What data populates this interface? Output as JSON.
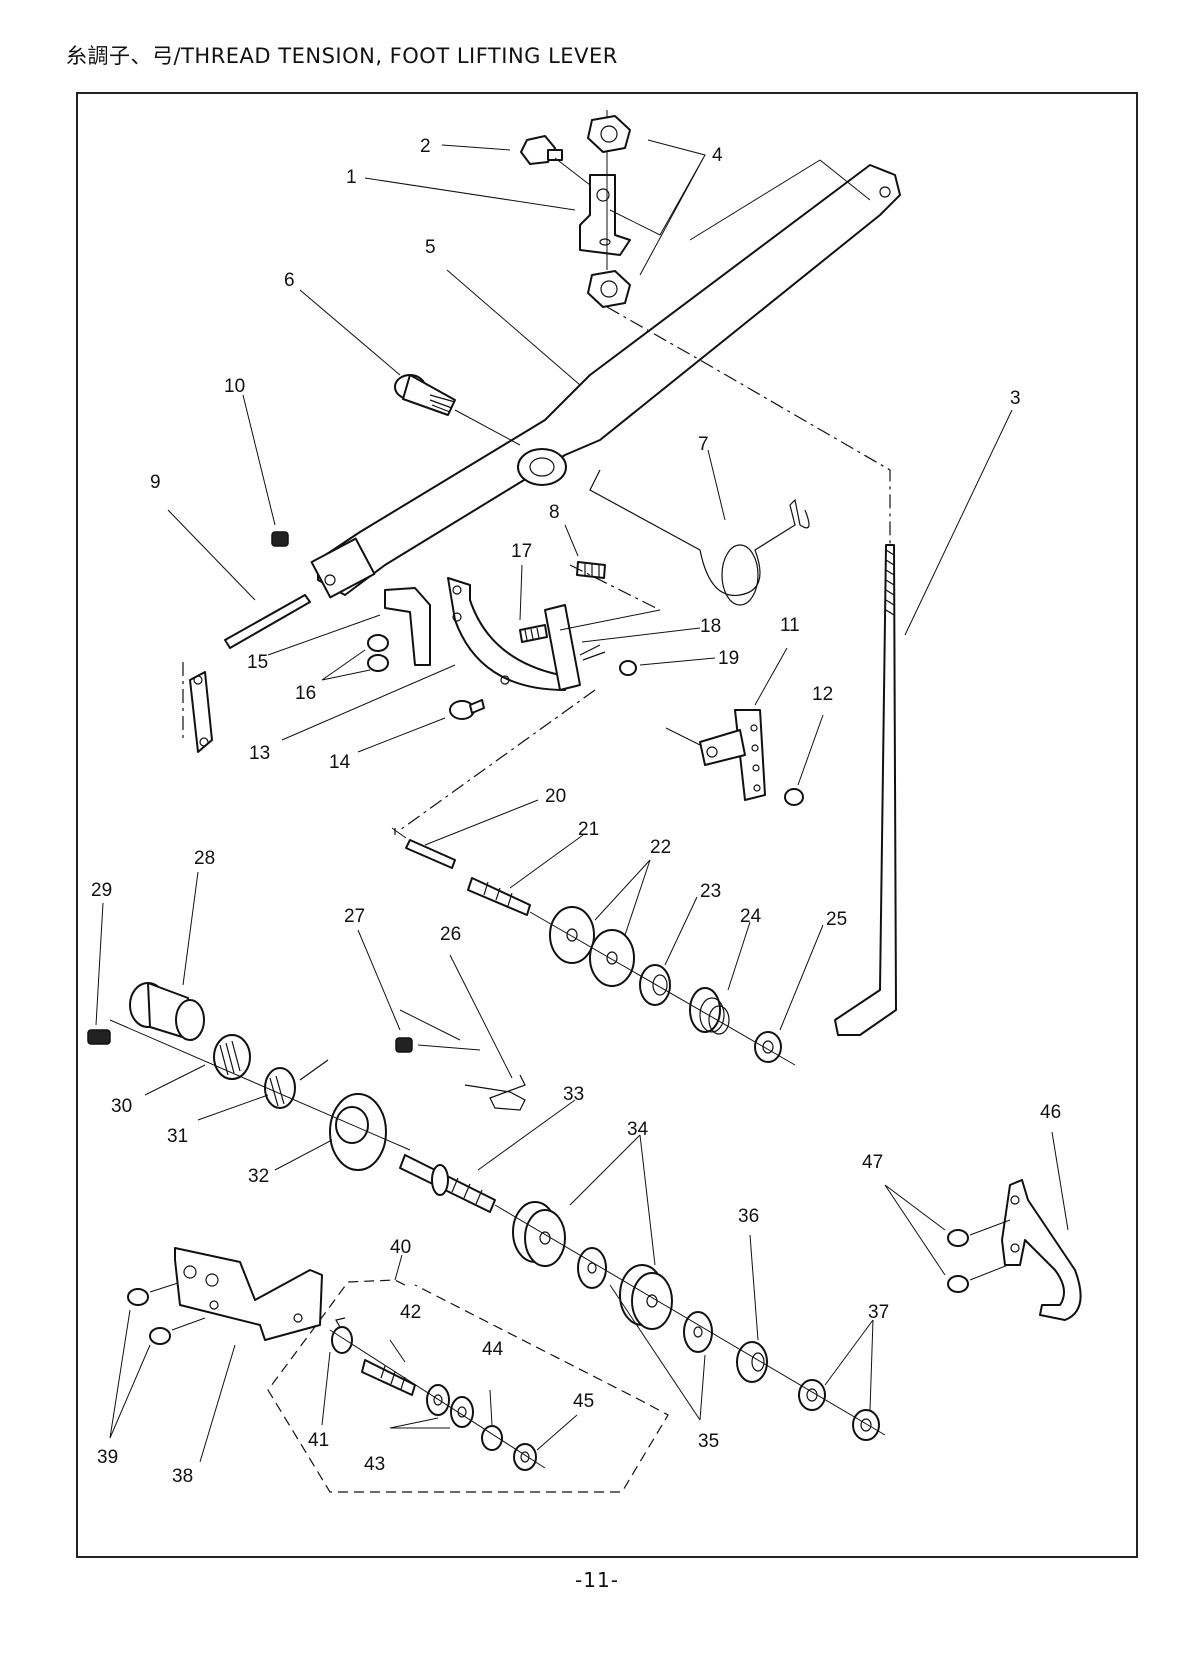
{
  "header": {
    "title": "糸調子、弓/THREAD TENSION, FOOT LIFTING LEVER"
  },
  "callouts": [
    "1",
    "2",
    "3",
    "4",
    "5",
    "6",
    "7",
    "8",
    "9",
    "10",
    "11",
    "12",
    "13",
    "14",
    "15",
    "16",
    "17",
    "18",
    "19",
    "20",
    "21",
    "22",
    "23",
    "24",
    "25",
    "26",
    "27",
    "28",
    "29",
    "30",
    "31",
    "32",
    "33",
    "34",
    "35",
    "36",
    "37",
    "38",
    "39",
    "40",
    "41",
    "42",
    "43",
    "44",
    "45",
    "46",
    "47"
  ],
  "footer": {
    "page_number": "-11-"
  }
}
